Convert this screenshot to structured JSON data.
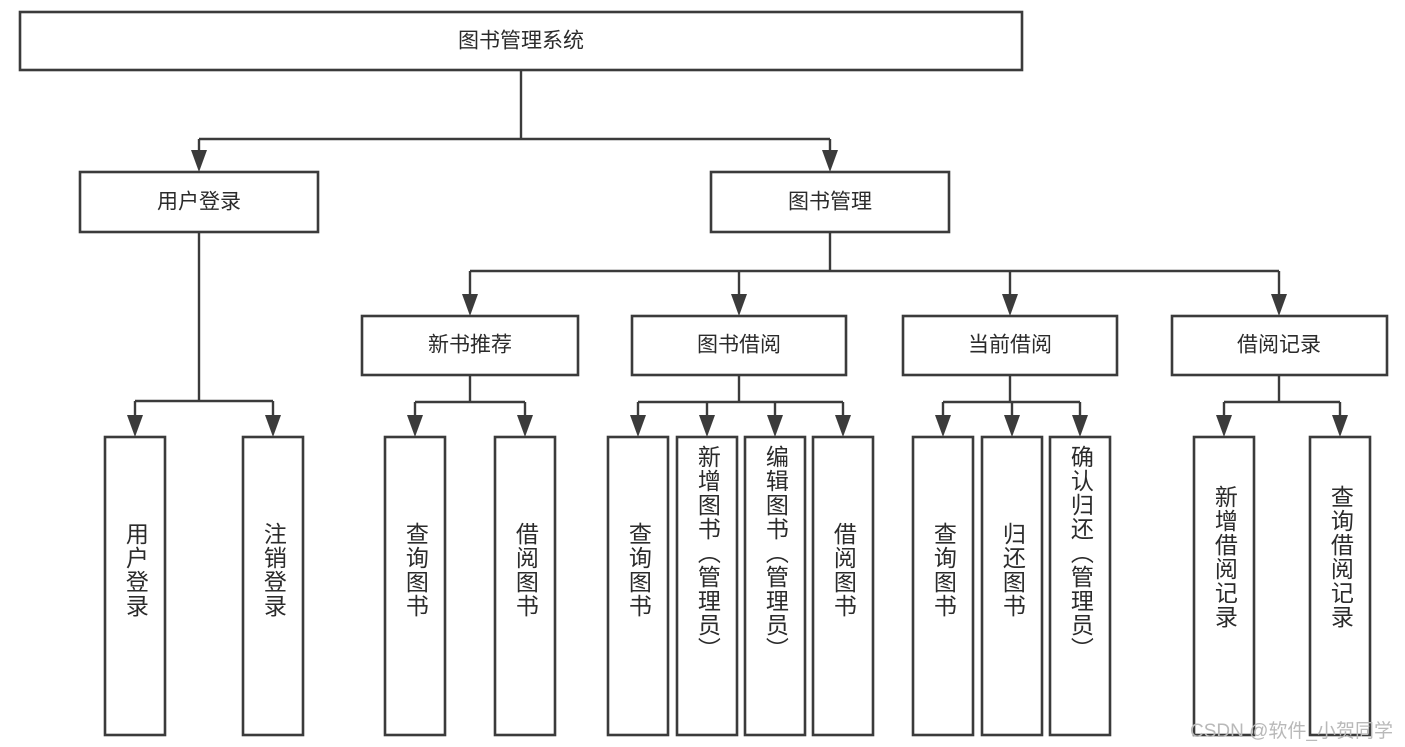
{
  "diagram": {
    "title": "图书管理系统",
    "type": "tree-hierarchy",
    "root": {
      "label": "图书管理系统"
    },
    "level2": [
      {
        "label": "用户登录"
      },
      {
        "label": "图书管理"
      }
    ],
    "level3": [
      {
        "label": "新书推荐"
      },
      {
        "label": "图书借阅"
      },
      {
        "label": "当前借阅"
      },
      {
        "label": "借阅记录"
      }
    ],
    "leaves": {
      "user_login": [
        {
          "label": "用户登录"
        },
        {
          "label": "注销登录"
        }
      ],
      "new_book_recommend": [
        {
          "label": "查询图书"
        },
        {
          "label": "借阅图书"
        }
      ],
      "book_borrow": [
        {
          "label": "查询图书"
        },
        {
          "label": "新增图书（管理员）"
        },
        {
          "label": "编辑图书（管理员）"
        },
        {
          "label": "借阅图书"
        }
      ],
      "current_borrow": [
        {
          "label": "查询图书"
        },
        {
          "label": "归还图书"
        },
        {
          "label": "确认归还（管理员）"
        }
      ],
      "borrow_record": [
        {
          "label": "新增借阅记录"
        },
        {
          "label": "查询借阅记录"
        }
      ]
    }
  },
  "watermark": {
    "text": "CSDN @软件_小贺同学"
  },
  "colors": {
    "stroke": "#3b3b3b",
    "text": "#2b2b2b",
    "background": "#ffffff",
    "watermark": "#b9b9b9"
  }
}
